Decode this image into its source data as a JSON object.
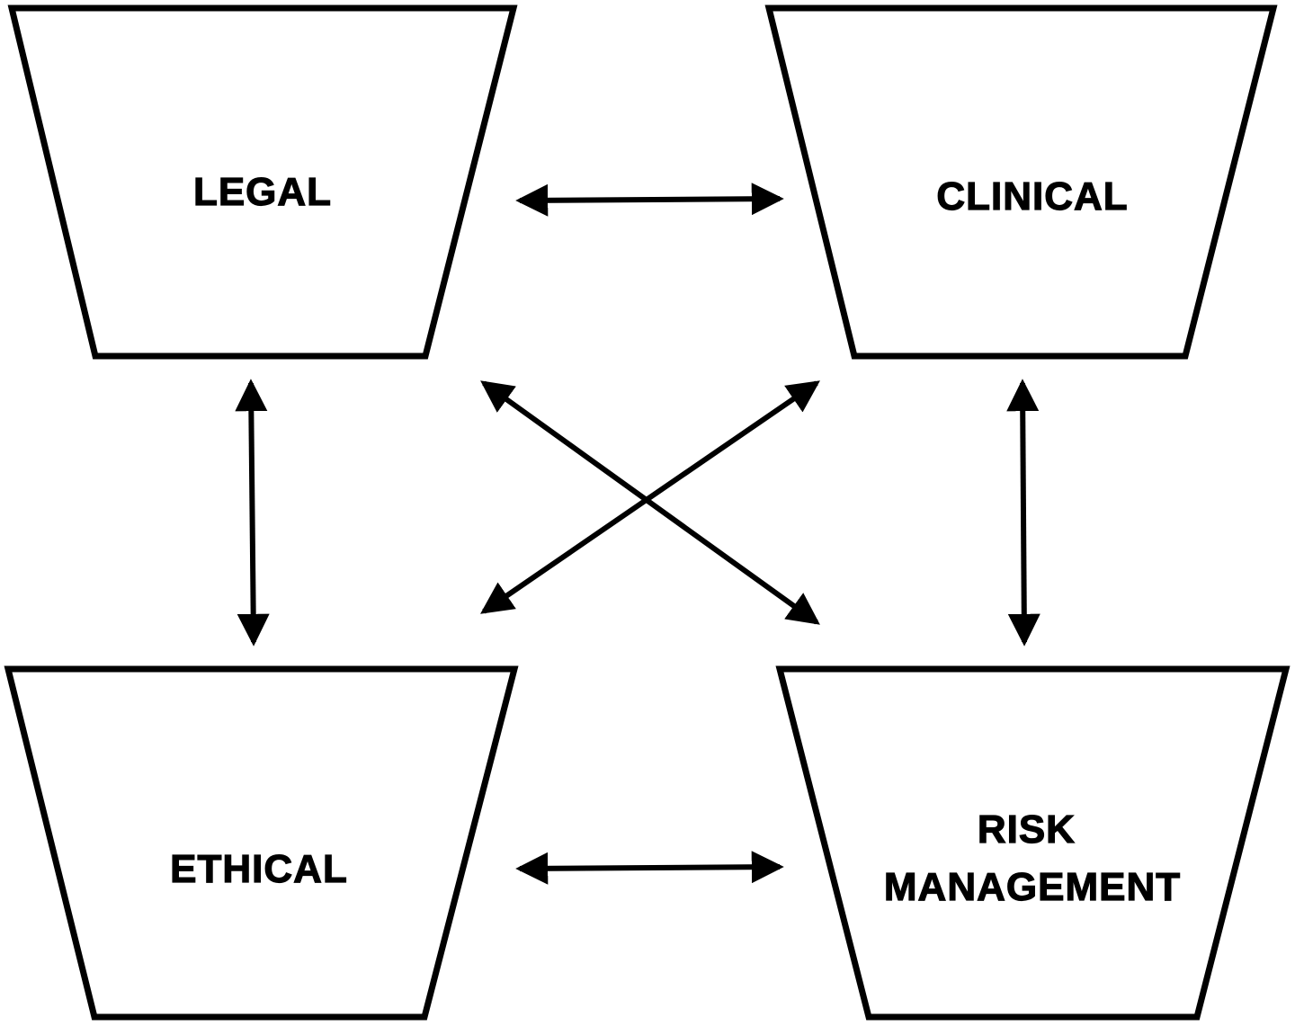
{
  "diagram": {
    "nodes": [
      {
        "id": "legal",
        "label": "LEGAL"
      },
      {
        "id": "clinical",
        "label": "CLINICAL"
      },
      {
        "id": "ethical",
        "label": "ETHICAL"
      },
      {
        "id": "risk",
        "label_lines": [
          "RISK",
          "MANAGEMENT"
        ]
      }
    ],
    "edges": [
      {
        "from": "legal",
        "to": "clinical",
        "bidirectional": true
      },
      {
        "from": "ethical",
        "to": "risk",
        "bidirectional": true
      },
      {
        "from": "legal",
        "to": "ethical",
        "bidirectional": true
      },
      {
        "from": "clinical",
        "to": "risk",
        "bidirectional": true
      },
      {
        "from": "legal",
        "to": "risk",
        "bidirectional": true
      },
      {
        "from": "clinical",
        "to": "ethical",
        "bidirectional": true
      }
    ],
    "colors": {
      "stroke": "#000000",
      "fill": "#ffffff"
    }
  }
}
